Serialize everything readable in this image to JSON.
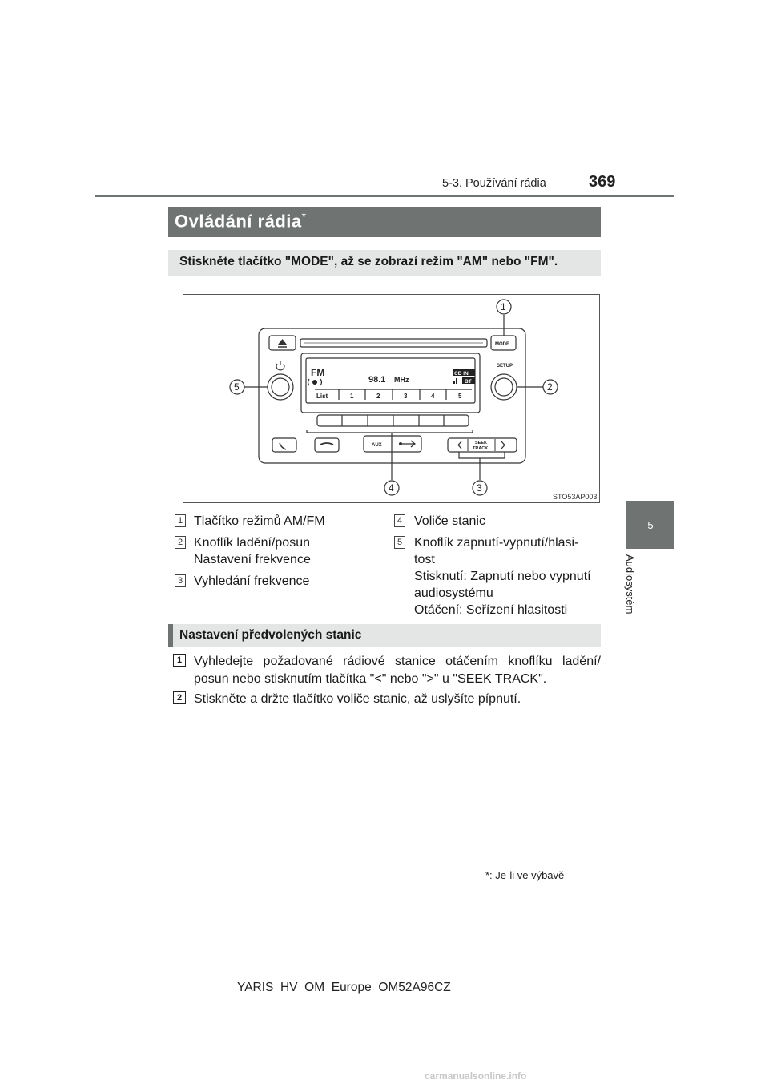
{
  "header": {
    "section": "5-3. Používání rádia",
    "page_number": "369"
  },
  "side_tab": {
    "chapter_number": "5",
    "chapter_name": "Audiosystém"
  },
  "title": {
    "text": "Ovládání rádia",
    "marker": "*"
  },
  "instruction": "Stiskněte tlačítko \"MODE\", až se zobrazí režim \"AM\" nebo \"FM\".",
  "figure": {
    "code": "STO53AP003",
    "display": {
      "band": "FM",
      "frequency": "98.1",
      "unit": "MHz",
      "badge_cd": "CD IN",
      "badge_bt": "BT",
      "list_label": "List",
      "presets": [
        "1",
        "2",
        "3",
        "4",
        "5"
      ]
    },
    "buttons": {
      "mode": "MODE",
      "setup": "SETUP",
      "aux": "AUX",
      "seek_line1": "SEEK",
      "seek_line2": "TRACK"
    },
    "callouts": [
      "1",
      "2",
      "3",
      "4",
      "5"
    ]
  },
  "legend": {
    "left": [
      {
        "num": "1",
        "lines": [
          "Tlačítko režimů AM/FM"
        ]
      },
      {
        "num": "2",
        "lines": [
          "Knoflík ladění/posun",
          "Nastavení frekvence"
        ]
      },
      {
        "num": "3",
        "lines": [
          "Vyhledání frekvence"
        ]
      }
    ],
    "right": [
      {
        "num": "4",
        "lines": [
          "Voliče stanic"
        ]
      },
      {
        "num": "5",
        "lines": [
          "Knoflík zapnutí-vypnutí/hlasi-",
          "tost",
          "Stisknutí: Zapnutí nebo vypnutí",
          "audiosystému",
          "Otáčení: Seřízení hlasitosti"
        ]
      }
    ]
  },
  "subsection": {
    "title": "Nastavení předvolených stanic",
    "steps": [
      {
        "num": "1",
        "lines": [
          "Vyhledejte požadované rádiové stanice otáčením knoflíku ladění/",
          "posun nebo stisknutím tlačítka \"<\" nebo \">\" u \"SEEK TRACK\"."
        ]
      },
      {
        "num": "2",
        "lines": [
          "Stiskněte a držte tlačítko voliče stanic, až uslyšíte pípnutí."
        ]
      }
    ]
  },
  "footnote": "*: Je-li ve výbavě",
  "doc_id": "YARIS_HV_OM_Europe_OM52A96CZ",
  "watermark": "carmanualsonline.info"
}
